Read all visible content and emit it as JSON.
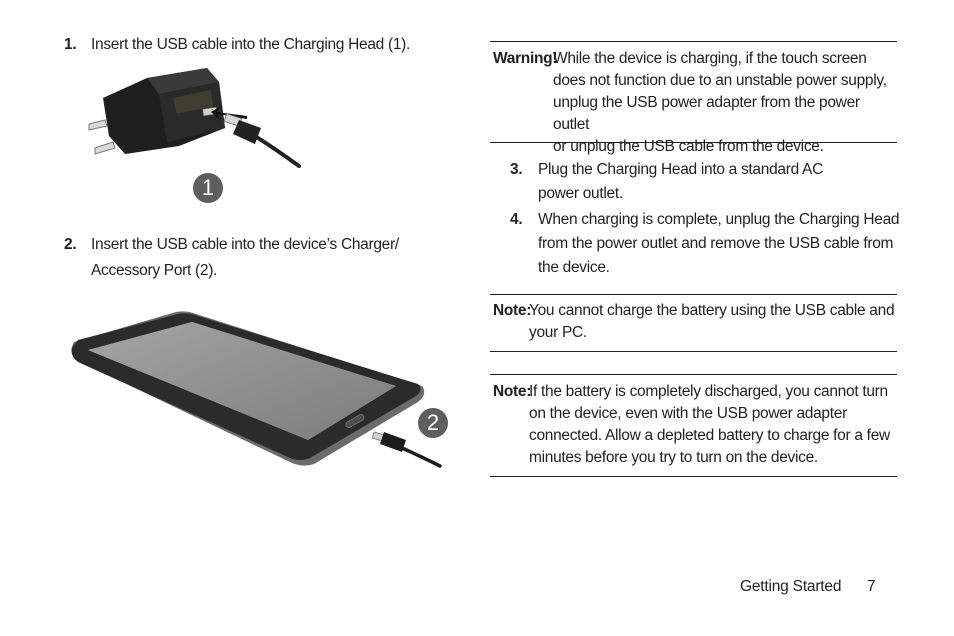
{
  "left_steps": [
    {
      "num": "1.",
      "text": "Insert the USB cable into the Charging Head (1)."
    },
    {
      "num": "2.",
      "line1": "Insert the USB cable into the device’s Charger/",
      "line2": "Accessory Port (2)."
    }
  ],
  "warning": {
    "label": "Warning!",
    "line1": "While the device is charging, if the touch screen",
    "line2": "does not function due to an unstable power supply,",
    "line3": "unplug the USB power adapter from the power outlet",
    "line4": "or unplug the USB cable from the device."
  },
  "right_steps": [
    {
      "num": "3.",
      "line1": "Plug the Charging Head into a standard AC",
      "line2": "power outlet."
    },
    {
      "num": "4.",
      "line1": "When charging is complete, unplug the Charging Head",
      "line2": "from the power outlet and remove the USB cable from",
      "line3": "the device."
    }
  ],
  "note1": {
    "label": "Note:",
    "line1": "You cannot charge the battery using the USB cable and",
    "line2": "your PC."
  },
  "note2": {
    "label": "Note:",
    "line1": "If the battery is completely discharged, you cannot turn",
    "line2": "on the device, even with the USB power adapter",
    "line3": "connected. Allow a depleted battery to charge for a few",
    "line4": "minutes before you try to turn on the device."
  },
  "callouts": {
    "one": "1",
    "two": "2"
  },
  "footer": {
    "section": "Getting Started",
    "page": "7"
  }
}
